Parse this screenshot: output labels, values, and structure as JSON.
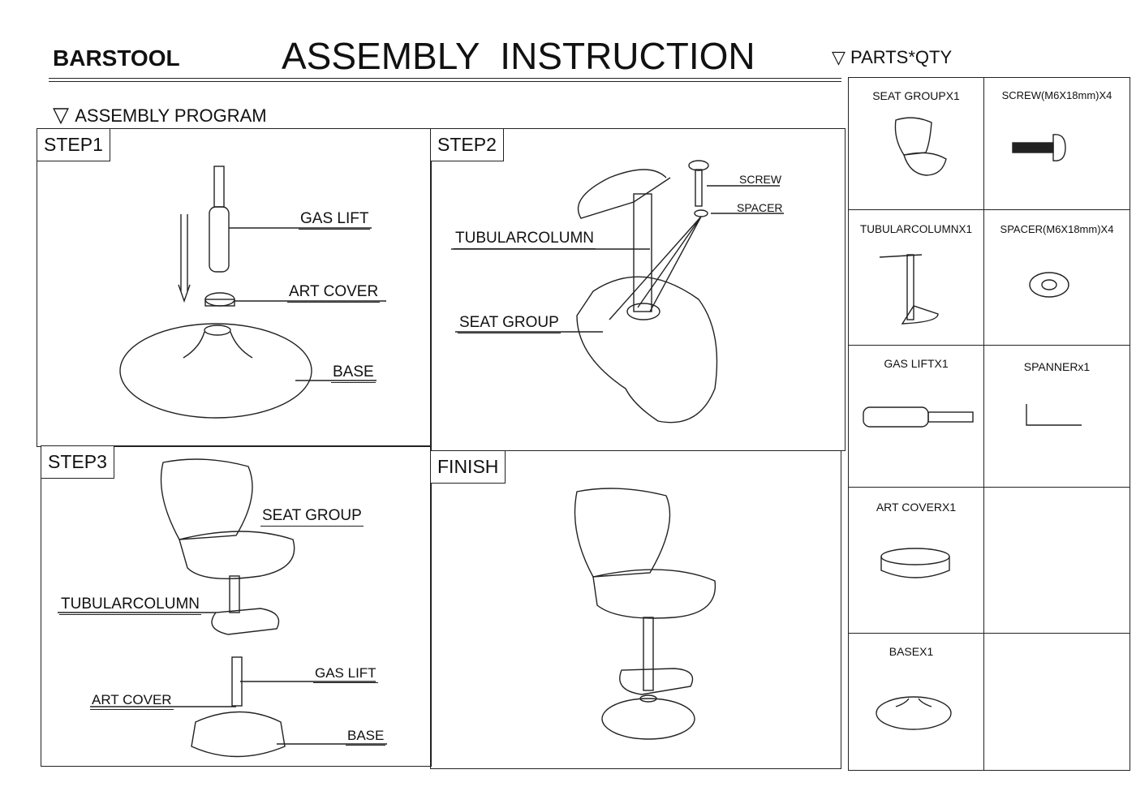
{
  "header": {
    "product": "BARSTOOL",
    "title": "ASSEMBLY  INSTRUCTION",
    "parts_heading": "PARTS*QTY",
    "program_heading": "ASSEMBLY PROGRAM"
  },
  "steps": [
    {
      "label": "STEP1",
      "callouts": [
        "GAS LIFT",
        "ART COVER",
        "BASE"
      ]
    },
    {
      "label": "STEP2",
      "callouts": [
        "SCREW",
        "SPACER",
        "TUBULARCOLUMN",
        "SEAT GROUP"
      ]
    },
    {
      "label": "STEP3",
      "callouts": [
        "SEAT GROUP",
        "TUBULARCOLUMN",
        "GAS LIFT",
        "ART COVER",
        "BASE"
      ]
    },
    {
      "label": "FINISH"
    }
  ],
  "parts": [
    {
      "name": "SEAT GROUPX1",
      "icon": "seat-group-icon"
    },
    {
      "name": "SCREW(M6X18mm)X4",
      "icon": "screw-icon"
    },
    {
      "name": "TUBULARCOLUMNX1",
      "icon": "tubular-column-icon"
    },
    {
      "name": "SPACER(M6X18mm)X4",
      "icon": "spacer-icon"
    },
    {
      "name": "GAS LIFTX1",
      "icon": "gas-lift-icon"
    },
    {
      "name": "SPANNERx1",
      "icon": "spanner-icon"
    },
    {
      "name": "ART COVERX1",
      "icon": "art-cover-icon"
    },
    {
      "name": "BASEX1",
      "icon": "base-icon"
    }
  ]
}
